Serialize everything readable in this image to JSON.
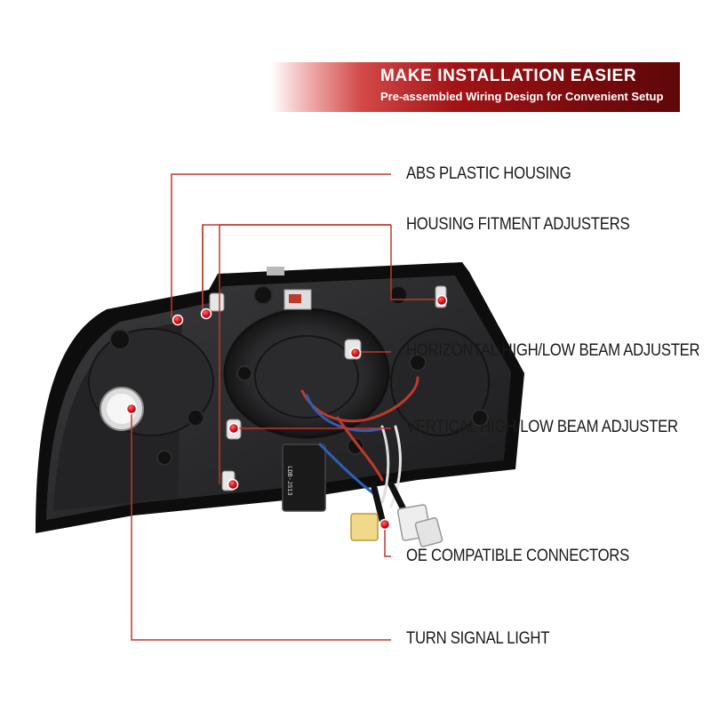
{
  "banner": {
    "title": "MAKE INSTALLATION EASIER",
    "subtitle": "Pre-assembled Wiring Design for Convenient Setup"
  },
  "callouts": {
    "abs_housing": "ABS PLASTIC HOUSING",
    "fitment_adjusters": "HOUSING FITMENT ADJUSTERS",
    "horizontal_adjuster": "HORIZONTAL HIGH/LOW BEAM ADJUSTER",
    "vertical_adjuster": "VERTICAL HIGH/LOW BEAM ADJUSTER",
    "oe_connectors": "OE COMPATIBLE CONNECTORS",
    "turn_signal": "TURN SIGNAL LIGHT"
  },
  "module_label": "LDB-JS13",
  "colors": {
    "callout_line": "#c0392b",
    "marker": "#d4101a",
    "banner_dark": "#6a080a",
    "housing": "#1c1c1e"
  }
}
